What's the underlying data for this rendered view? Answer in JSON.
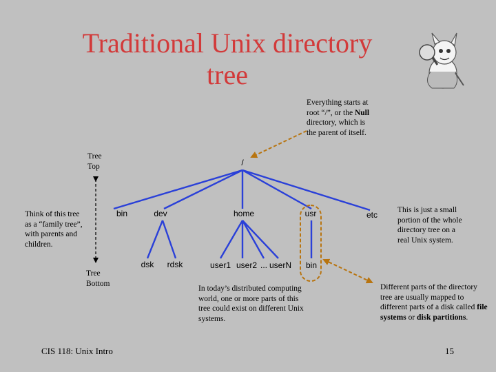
{
  "slide": {
    "title_line1": "Traditional Unix directory",
    "title_line2": "tree",
    "footer": "CIS 118: Unix Intro",
    "page_number": "15"
  },
  "notes": {
    "root_note": {
      "pre": "Everything starts at root “/”, or the ",
      "bold": "Null",
      "post": " directory, which is the parent of itself."
    },
    "tree_top": "Tree Top",
    "tree_bottom": "Tree Bottom",
    "family_tree": "Think of this tree as a “family tree”, with parents and children.",
    "small_portion": "This is just a small portion of the whole directory tree on a real Unix system.",
    "distributed": "In today’s distributed computing world, one or more parts of this tree could exist on different Unix systems.",
    "file_systems": {
      "pre": "Different parts of the directory tree are usually mapped to different parts of a disk called ",
      "bold1": "file systems",
      "mid": " or ",
      "bold2": "disk partitions",
      "post": "."
    }
  },
  "tree": {
    "root": "/",
    "level1": [
      "bin",
      "dev",
      "home",
      "usr",
      "etc"
    ],
    "dev_children": [
      "dsk",
      "rdsk"
    ],
    "home_children": [
      "user1",
      "user2",
      "...",
      "userN"
    ],
    "usr_children": [
      "bin"
    ]
  },
  "colors": {
    "title": "#d23a3a",
    "tree_lines": "#2a40d8",
    "annotation_arrows": "#b8740f",
    "background": "#c0c0c0"
  }
}
